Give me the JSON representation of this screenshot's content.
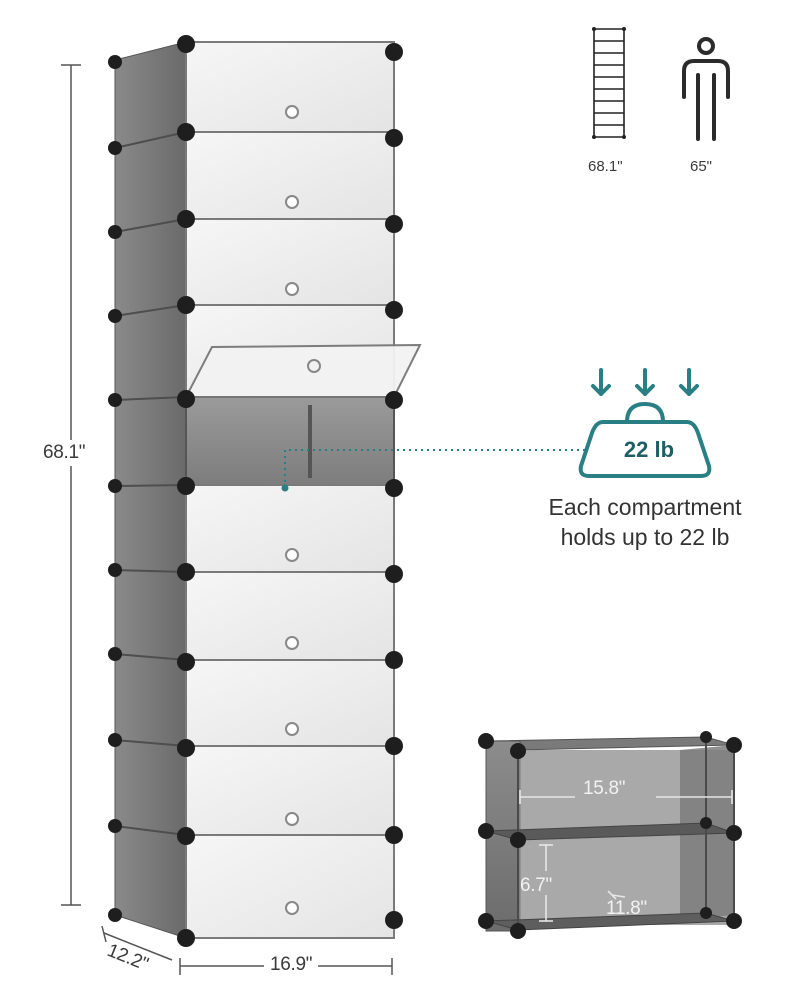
{
  "dimensions": {
    "height": "68.1\"",
    "width": "16.9\"",
    "depth": "12.2\""
  },
  "comparison": {
    "ladder_label": "68.1\"",
    "person_label": "65\""
  },
  "load": {
    "weight": "22 lb",
    "caption_line1": "Each compartment",
    "caption_line2": "holds up to 22 lb"
  },
  "compartment": {
    "width": "15.8\"",
    "height": "6.7\"",
    "depth": "11.8\""
  },
  "colors": {
    "accent": "#2a7f84",
    "frame": "#6f6f6f",
    "door": "#eeeeee",
    "connector": "#1e1e1e"
  }
}
